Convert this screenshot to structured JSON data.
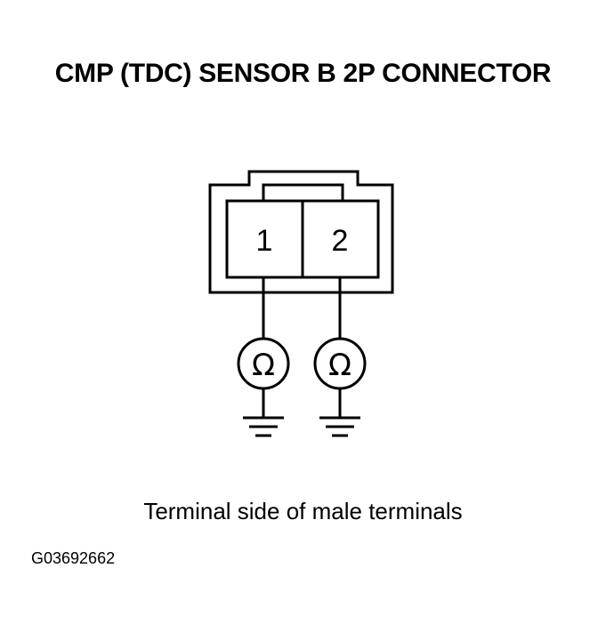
{
  "title": "CMP (TDC) SENSOR B 2P CONNECTOR",
  "connector": {
    "terminals": [
      {
        "number": "1",
        "meter_symbol": "Ω",
        "meter_icon": "ohmmeter-icon",
        "ground_icon": "ground-icon"
      },
      {
        "number": "2",
        "meter_symbol": "Ω",
        "meter_icon": "ohmmeter-icon",
        "ground_icon": "ground-icon"
      }
    ]
  },
  "caption": "Terminal side of male terminals",
  "figure_code": "G03692662",
  "colors": {
    "line": "#000000",
    "background": "#ffffff"
  }
}
